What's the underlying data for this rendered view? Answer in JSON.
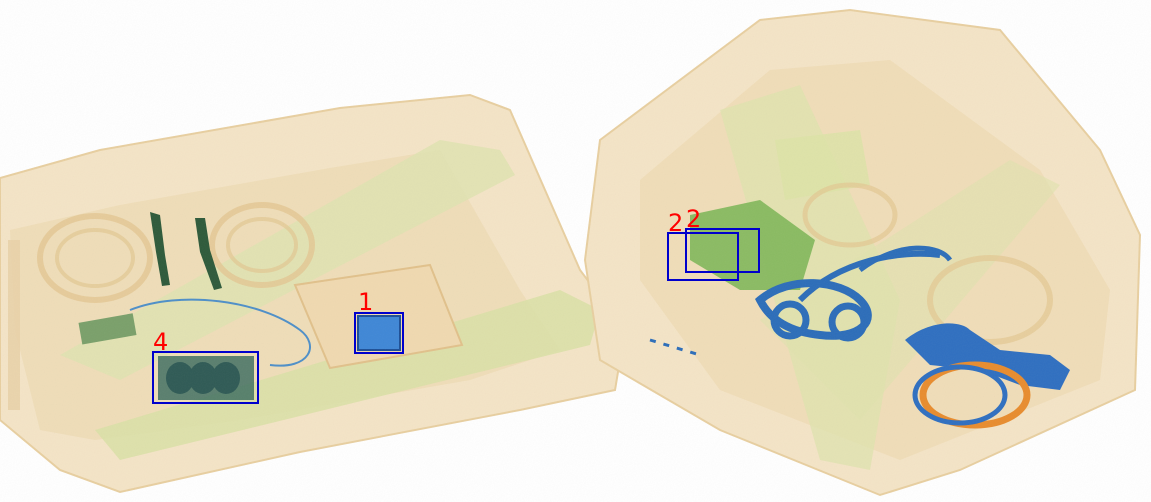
{
  "image": {
    "kind": "x-ray baggage scan",
    "bags": [
      "left-bag",
      "right-bag"
    ]
  },
  "palette": {
    "bag_fill": "#f3e2c2",
    "organic_green": "#a7c06a",
    "metal_blue": "#2f6fc0",
    "box_stroke": "#0000cc",
    "label_color": "#ff0000"
  },
  "detections": [
    {
      "id": "det-1",
      "label": "1"
    },
    {
      "id": "det-4",
      "label": "4"
    },
    {
      "id": "det-2a",
      "label": "2"
    },
    {
      "id": "det-2b",
      "label": "2"
    }
  ]
}
